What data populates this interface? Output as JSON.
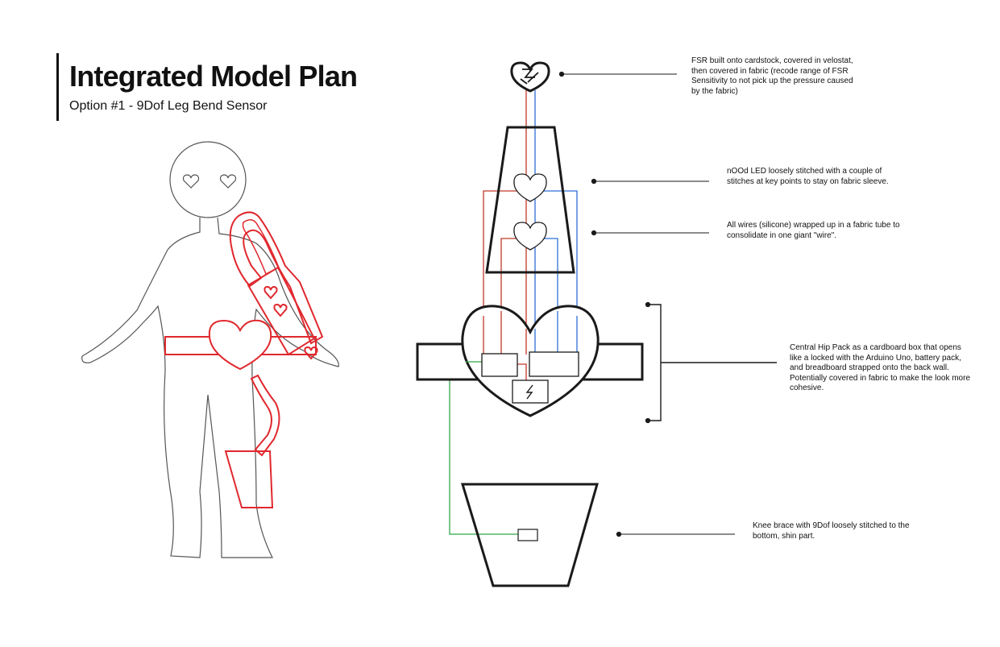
{
  "header": {
    "title": "Integrated Model Plan",
    "subtitle": "Option #1 - 9Dof Leg Bend Sensor"
  },
  "annotations": {
    "fsr": "FSR built onto cardstock, covered in velostat, then covered in fabric (recode range of FSR Sensitivity to not pick up the pressure caused by the fabric)",
    "nood_led": "nOOd LED loosely stitched with a couple of stitches at key points to stay on fabric sleeve.",
    "wires": "All wires (silicone) wrapped up in a fabric tube to consolidate in one giant \"wire\".",
    "hip_pack": "Central Hip Pack as a cardboard box that opens like a locked with the Arduino Uno, battery pack, and breadboard strapped onto the back wall. Potentially covered in fabric to make the look more cohesive.",
    "knee_brace": "Knee brace with 9Dof loosely stitched to the bottom, shin part."
  },
  "colors": {
    "outline": "#1a1a1a",
    "accent_red": "#e0282e",
    "wire_red": "#c0392b",
    "wire_blue": "#2f6fd6",
    "wire_green": "#2ea84a",
    "body_outline": "#555555"
  },
  "icons": {
    "battery": "lightning-bolt",
    "fsr": "heart-with-arrows"
  }
}
